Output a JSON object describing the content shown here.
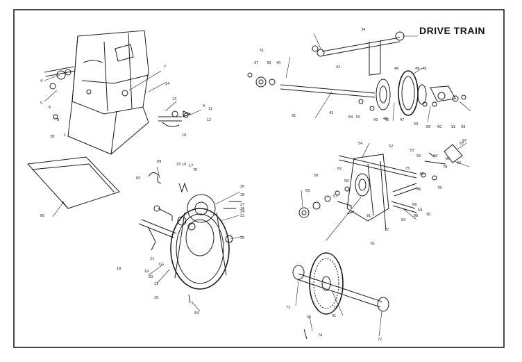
{
  "diagram": {
    "title": "DRIVE TRAIN",
    "ink_color": "#1a1a1a",
    "paper_color": "#ffffff",
    "callouts": [
      "1",
      "4",
      "5",
      "6",
      "7",
      "8",
      "9",
      "10",
      "11",
      "12",
      "13",
      "14",
      "15",
      "16",
      "17",
      "18",
      "19",
      "20",
      "21",
      "22",
      "23",
      "24",
      "25",
      "26",
      "27",
      "28",
      "29",
      "30",
      "31",
      "32",
      "33",
      "34",
      "35",
      "36",
      "37",
      "38",
      "39",
      "40",
      "41",
      "42",
      "43",
      "44",
      "45",
      "46",
      "47",
      "48",
      "49",
      "50",
      "51",
      "52",
      "53",
      "54",
      "55",
      "56",
      "57",
      "58",
      "59",
      "60",
      "61",
      "62",
      "63",
      "64",
      "65",
      "66",
      "67",
      "68",
      "69",
      "70",
      "71",
      "72",
      "73",
      "74",
      "75",
      "76",
      "77",
      "78",
      "80",
      "81",
      "82",
      "83",
      "84",
      "85",
      "86",
      "87",
      "88",
      "89",
      "90",
      "91",
      "92",
      "93"
    ]
  }
}
